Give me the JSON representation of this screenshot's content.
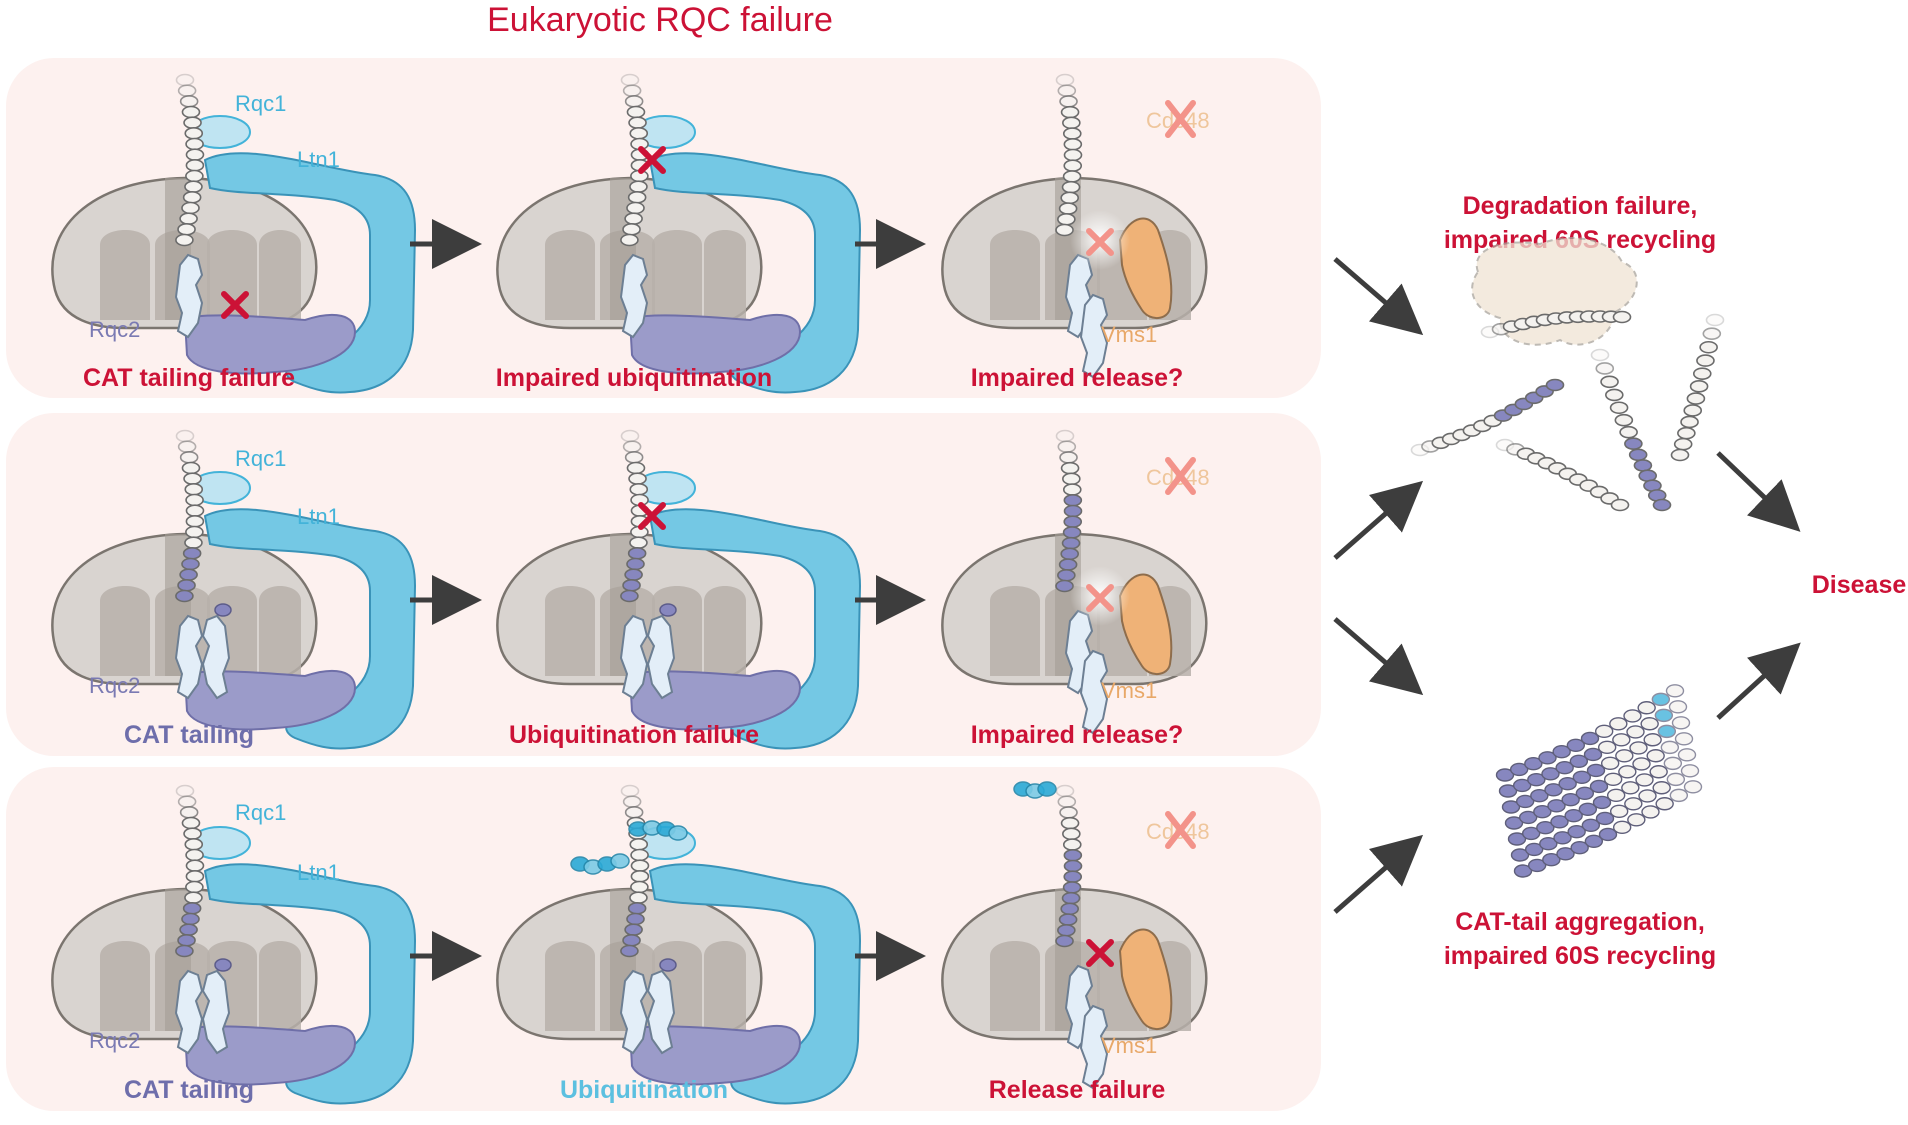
{
  "title": "Eukaryotic RQC failure",
  "labels": {
    "rqc1": "Rqc1",
    "ltn1": "Ltn1",
    "rqc2": "Rqc2",
    "cdc48": "Cdc48",
    "vms1": "Vms1"
  },
  "rows": [
    {
      "captions": [
        "CAT tailing failure",
        "Impaired ubiquitination",
        "Impaired release?"
      ],
      "caption_colors": [
        "red",
        "red",
        "red"
      ]
    },
    {
      "captions": [
        "CAT tailing",
        "Ubiquitination failure",
        "Impaired release?"
      ],
      "caption_colors": [
        "purple",
        "red",
        "red"
      ]
    },
    {
      "captions": [
        "CAT tailing",
        "Ubiquitination",
        "Release failure"
      ],
      "caption_colors": [
        "purple",
        "blue",
        "red"
      ]
    }
  ],
  "outcomes": {
    "degradation": [
      "Degradation failure,",
      "impaired 60S recycling"
    ],
    "aggregation": [
      "CAT-tail aggregation,",
      "impaired 60S recycling"
    ],
    "disease": "Disease"
  },
  "colors": {
    "accent_red": "#cc1236",
    "ltn1_blue": "#74c8e4",
    "rqc2_purple": "#9b9bc9",
    "vms1_orange": "#efb277",
    "panel_bg": "#fdf1ef",
    "ribosome_grey": "#d9d4d0"
  }
}
